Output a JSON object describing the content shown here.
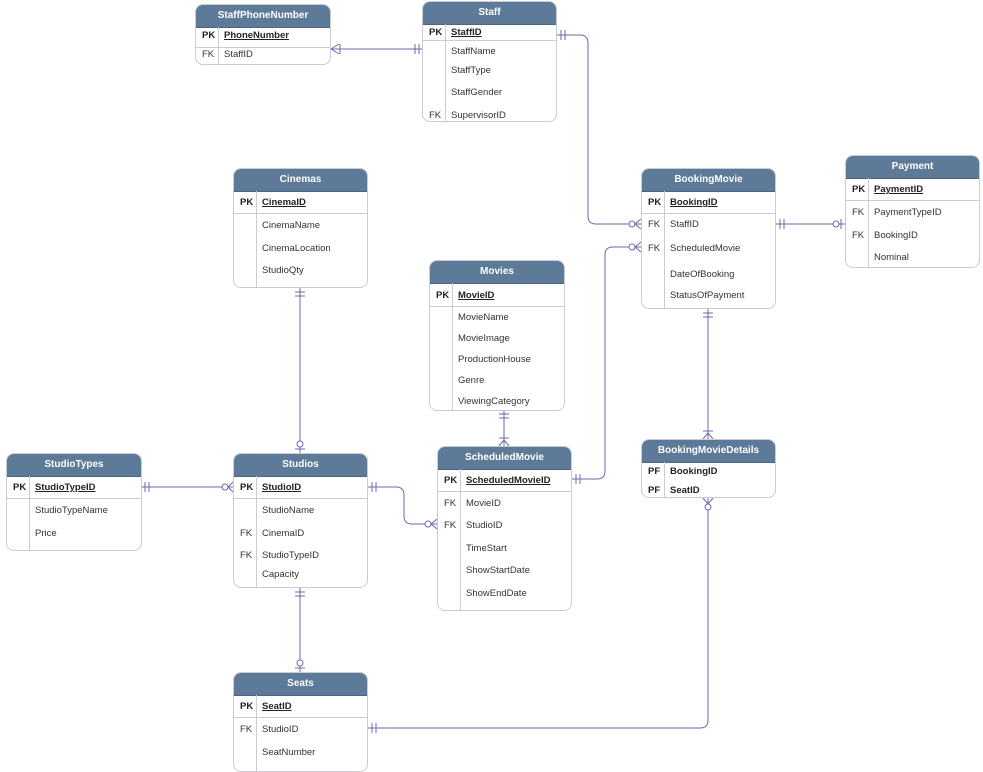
{
  "colors": {
    "header": "#5d7b98",
    "line": "#6a6ab0",
    "border": "#c9ccd3"
  },
  "entities": {
    "staff_phone": {
      "title": "StaffPhoneNumber",
      "rows": [
        {
          "key": "PK",
          "name": "PhoneNumber"
        },
        {
          "key": "FK",
          "name": "StaffID"
        }
      ]
    },
    "staff": {
      "title": "Staff",
      "rows": [
        {
          "key": "PK",
          "name": "StaffID"
        },
        {
          "key": "",
          "name": "StaffName"
        },
        {
          "key": "",
          "name": "StaffType"
        },
        {
          "key": "",
          "name": "StaffGender"
        },
        {
          "key": "FK",
          "name": "SupervisorID"
        }
      ]
    },
    "cinemas": {
      "title": "Cinemas",
      "rows": [
        {
          "key": "PK",
          "name": "CinemaID"
        },
        {
          "key": "",
          "name": "CinemaName"
        },
        {
          "key": "",
          "name": "CinemaLocation"
        },
        {
          "key": "",
          "name": "StudioQty"
        }
      ]
    },
    "movies": {
      "title": "Movies",
      "rows": [
        {
          "key": "PK",
          "name": "MovieID"
        },
        {
          "key": "",
          "name": "MovieName"
        },
        {
          "key": "",
          "name": "MovieImage"
        },
        {
          "key": "",
          "name": "ProductionHouse"
        },
        {
          "key": "",
          "name": "Genre"
        },
        {
          "key": "",
          "name": "ViewingCategory"
        }
      ]
    },
    "booking_movie": {
      "title": "BookingMovie",
      "rows": [
        {
          "key": "PK",
          "name": "BookingID"
        },
        {
          "key": "FK",
          "name": "StaffID"
        },
        {
          "key": "FK",
          "name": "ScheduledMovie"
        },
        {
          "key": "",
          "name": "DateOfBooking"
        },
        {
          "key": "",
          "name": "StatusOfPayment"
        }
      ]
    },
    "payment": {
      "title": "Payment",
      "rows": [
        {
          "key": "PK",
          "name": "PaymentID"
        },
        {
          "key": "FK",
          "name": "PaymentTypeID"
        },
        {
          "key": "FK",
          "name": "BookingID"
        },
        {
          "key": "",
          "name": "Nominal"
        }
      ]
    },
    "studio_types": {
      "title": "StudioTypes",
      "rows": [
        {
          "key": "PK",
          "name": "StudioTypeID"
        },
        {
          "key": "",
          "name": "StudioTypeName"
        },
        {
          "key": "",
          "name": "Price"
        }
      ]
    },
    "studios": {
      "title": "Studios",
      "rows": [
        {
          "key": "PK",
          "name": "StudioID"
        },
        {
          "key": "",
          "name": "StudioName"
        },
        {
          "key": "FK",
          "name": "CinemaID"
        },
        {
          "key": "FK",
          "name": "StudioTypeID"
        },
        {
          "key": "",
          "name": "Capacity"
        }
      ]
    },
    "scheduled_movie": {
      "title": "ScheduledMovie",
      "rows": [
        {
          "key": "PK",
          "name": "ScheduledMovieID"
        },
        {
          "key": "FK",
          "name": "MovieID"
        },
        {
          "key": "FK",
          "name": "StudioID"
        },
        {
          "key": "",
          "name": "TimeStart"
        },
        {
          "key": "",
          "name": "ShowStartDate"
        },
        {
          "key": "",
          "name": "ShowEndDate"
        }
      ]
    },
    "booking_details": {
      "title": "BookingMovieDetails",
      "rows": [
        {
          "key": "PF",
          "name": "BookingID"
        },
        {
          "key": "PF",
          "name": "SeatID"
        }
      ]
    },
    "seats": {
      "title": "Seats",
      "rows": [
        {
          "key": "PK",
          "name": "SeatID"
        },
        {
          "key": "FK",
          "name": "StudioID"
        },
        {
          "key": "",
          "name": "SeatNumber"
        }
      ]
    }
  },
  "relationships": [
    {
      "from": "StaffPhoneNumber",
      "to": "Staff",
      "from_end": "one-or-many",
      "to_end": "one-only"
    },
    {
      "from": "Staff",
      "to": "BookingMovie",
      "from_end": "one-only",
      "to_end": "zero-or-many"
    },
    {
      "from": "BookingMovie",
      "to": "Payment",
      "from_end": "one-only",
      "to_end": "zero-or-one"
    },
    {
      "from": "ScheduledMovie",
      "to": "BookingMovie",
      "from_end": "one-only",
      "to_end": "zero-or-many"
    },
    {
      "from": "Cinemas",
      "to": "Studios",
      "from_end": "one-only",
      "to_end": "zero-or-one"
    },
    {
      "from": "Movies",
      "to": "ScheduledMovie",
      "from_end": "one-only",
      "to_end": "one-or-many"
    },
    {
      "from": "StudioTypes",
      "to": "Studios",
      "from_end": "one-only",
      "to_end": "zero-or-many"
    },
    {
      "from": "Studios",
      "to": "ScheduledMovie",
      "from_end": "one-only",
      "to_end": "zero-or-many"
    },
    {
      "from": "Studios",
      "to": "Seats",
      "from_end": "one-only",
      "to_end": "zero-or-one"
    },
    {
      "from": "BookingMovie",
      "to": "BookingMovieDetails",
      "from_end": "one-only",
      "to_end": "one-or-many"
    },
    {
      "from": "Seats",
      "to": "BookingMovieDetails",
      "from_end": "one-only",
      "to_end": "zero-or-many"
    }
  ]
}
